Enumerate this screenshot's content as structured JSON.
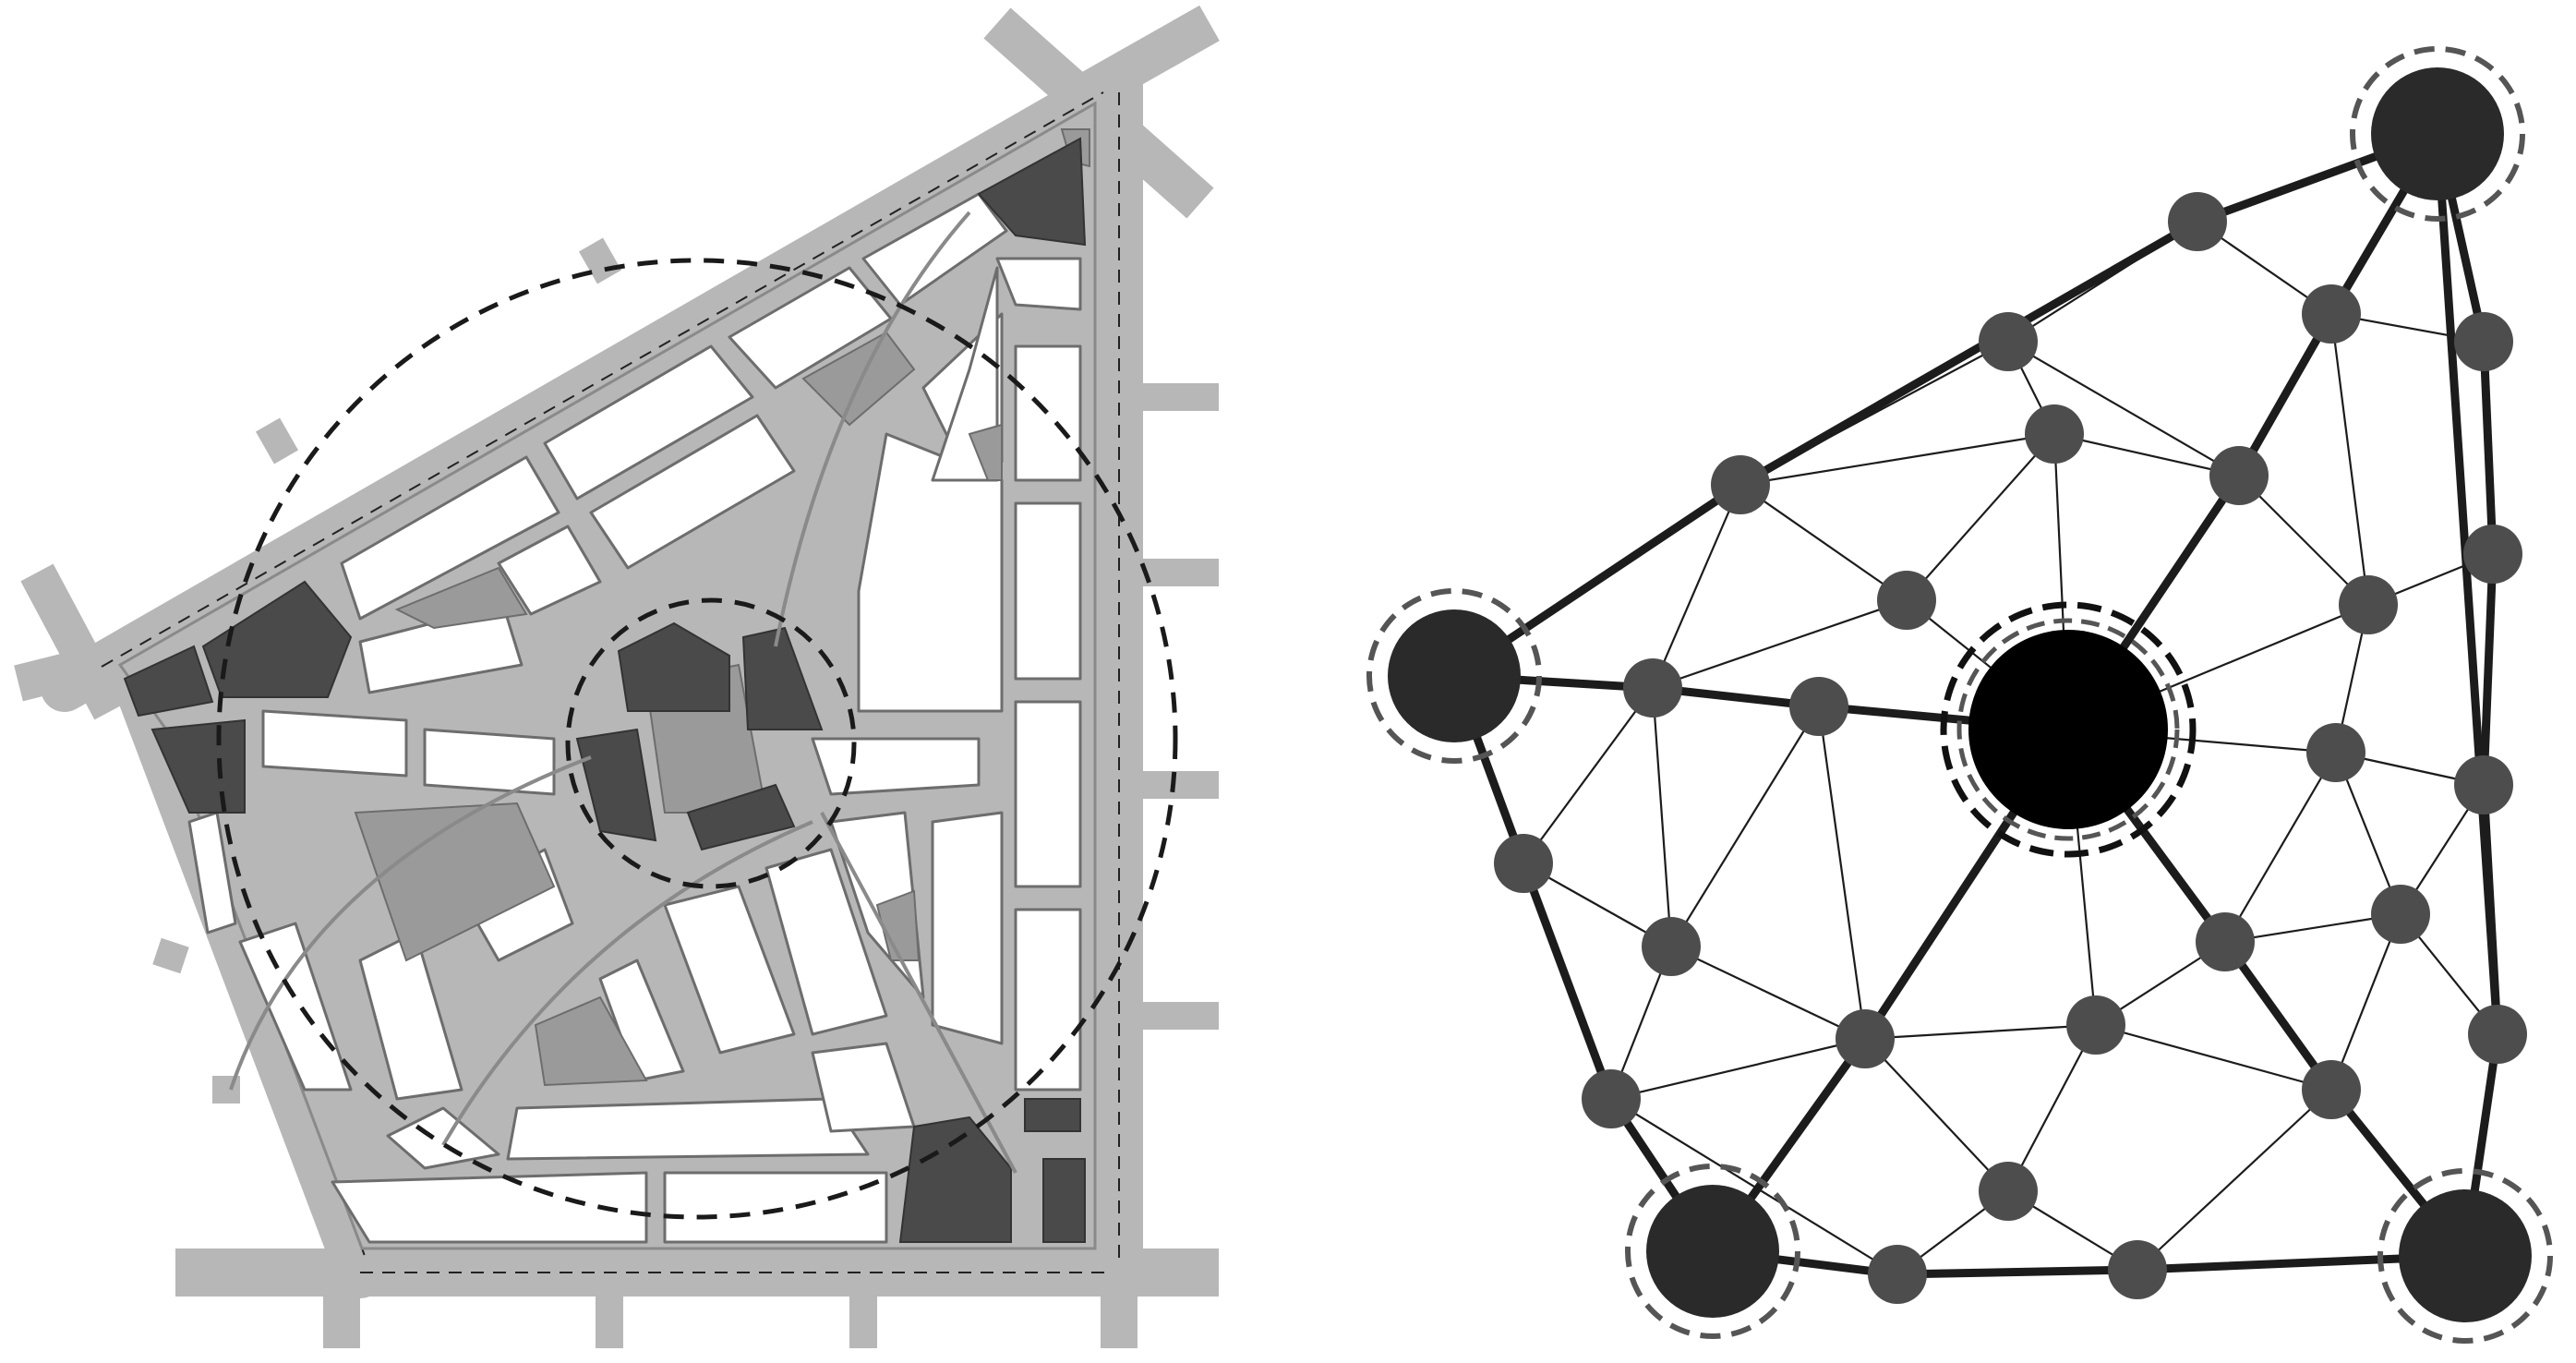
{
  "colors": {
    "road": "#b7b7b7",
    "road_edge": "#8a8a8a",
    "block": "#ffffff",
    "block_edge": "#6d6d6d",
    "dark_block": "#4a4a4a",
    "green_area": "#9a9a9a",
    "dashed_circle": "#1a1a1a",
    "network_line": "#1c1c1c",
    "minor_node": "#4d4d4d",
    "hub_node": "#2a2a2a",
    "center_node": "#000000"
  },
  "urban_plan": {
    "service_areas": [
      "outer-service-area",
      "central-service-area"
    ]
  },
  "network": {
    "node_levels": [
      "center-hub",
      "corner-hub",
      "local-node"
    ],
    "link_levels": [
      "major-link",
      "minor-link"
    ]
  }
}
